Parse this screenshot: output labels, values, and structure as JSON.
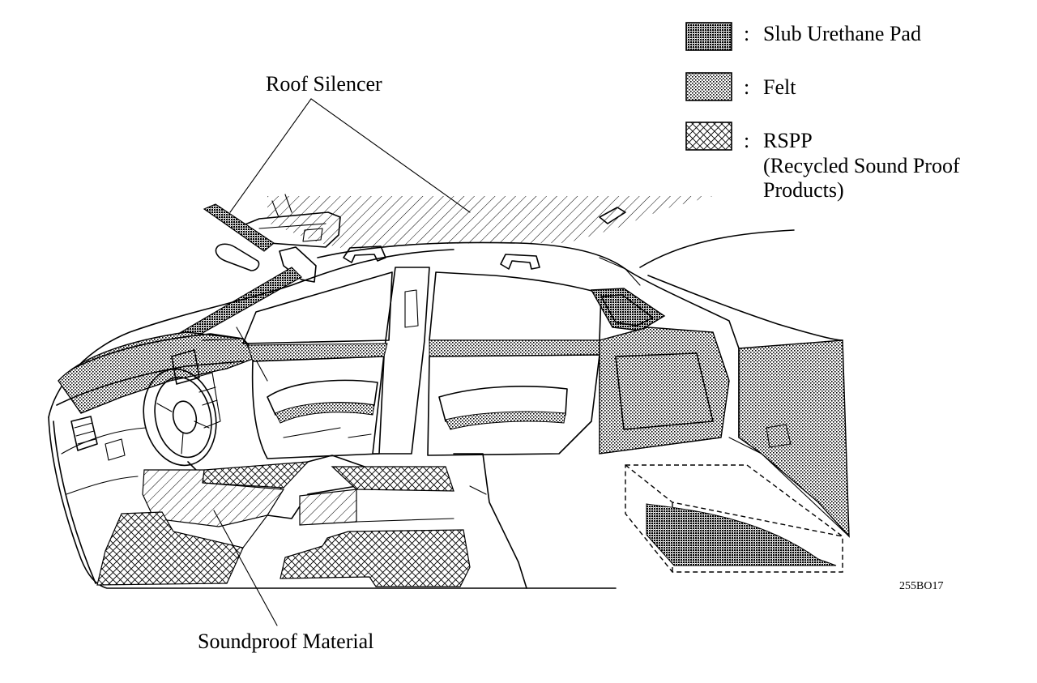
{
  "legend": {
    "items": [
      {
        "key": "slub",
        "separator": ":",
        "lines": [
          "Slub Urethane Pad"
        ]
      },
      {
        "key": "felt",
        "separator": ":",
        "lines": [
          "Felt"
        ]
      },
      {
        "key": "rspp",
        "separator": ":",
        "lines": [
          "RSPP",
          "(Recycled Sound Proof",
          "Products)"
        ]
      }
    ]
  },
  "callouts": {
    "roof_silencer": "Roof Silencer",
    "soundproof_material": "Soundproof Material"
  },
  "figure_code": "255BO17"
}
